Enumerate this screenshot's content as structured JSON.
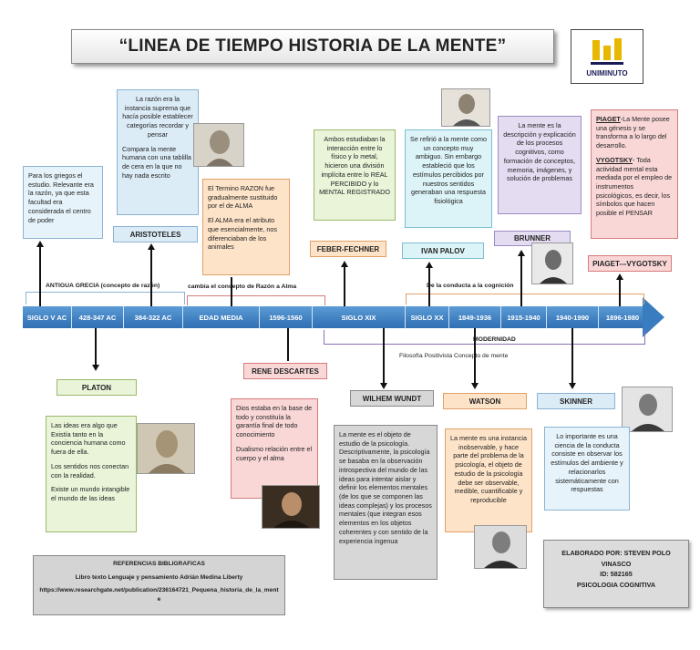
{
  "title": "“LINEA DE TIEMPO HISTORIA DE LA MENTE”",
  "logo": {
    "text": "UNIMINUTO",
    "colors": {
      "accent": "#e8b800",
      "brand": "#1a1a55"
    }
  },
  "timeline": {
    "segments": [
      "SIGLO V AC",
      "428-347 AC",
      "384-322 AC",
      "EDAD MEDIA",
      "1596-1560",
      "SIGLO XIX",
      "SIGLO XX",
      "1849-1936",
      "1915-1940",
      "1940-1990",
      "1896-1980"
    ],
    "periods": {
      "antigua": "ANTIGUA GRECIA (concepto de razón)",
      "cambia": "cambia el concepto de Razón a Alma",
      "conducta": "De la conducta a la cognición",
      "modernidad": "MODERNIDAD",
      "positivista": "Filosofía Positivista Concepto de mente"
    }
  },
  "griegos": {
    "text": "Para los griegos el estudio. Relevante era la razón, ya que esta facultad era considerada el centro de poder"
  },
  "aristoteles": {
    "label": "ARISTOTELES",
    "p1": "La razón era la instancia suprema que hacía posible establecer categorías recordar y pensar",
    "p2": "Compara la mente humana con una tablilla de cera en la que no hay nada escrito"
  },
  "alma": {
    "p1": "El Termino RAZON fue gradualmente sustituido por el de ALMA",
    "p2": "El ALMA era el atributo que esencialmente, nos diferenciaban de los animales"
  },
  "feber": {
    "label": "FEBER-FECHNER",
    "text": "Ambos estudiaban la interacción entre lo físico y lo metal, hicieron una división implícita entre lo REAL PERCIBIDO y lo MENTAL REGISTRADO"
  },
  "ivan": {
    "label": "IVAN PALOV",
    "text": "Se refirió a la mente como un concepto muy ambiguo. Sin embargo estableció que los estímulos percibidos por nuestros sentidos generaban una respuesta fisiológica"
  },
  "brunner": {
    "label": "BRUNNER",
    "text": "La mente es la descripción y explicación de los procesos cognitivos, como formación de conceptos, memoria, imágenes, y solución de problemas"
  },
  "piaget": {
    "label": "PIAGET---VYGOTSKY",
    "p1a": "PIAGET",
    "p1b": "-La Mente posee una génesis y se transforma a lo largo del desarrollo.",
    "p2a": "VYGOTSKY",
    "p2b": "- Toda actividad mental esta mediada por el empleo de instrumentos psicológicos, es decir, los símbolos que hacen posible el PENSAR"
  },
  "platon": {
    "label": "PLATON",
    "p1": "Las ideas era algo que Existía tanto en la conciencia humana como fuera de ella.",
    "p2": "Los sentidos nos conectan con la realidad.",
    "p3": "Existe un mundo intangible el mundo de las ideas"
  },
  "descartes": {
    "label": "RENE DESCARTES",
    "p1": "Dios estaba en la base de todo y constituía la garantía final de todo conocimiento",
    "p2": "Dualismo relación entre el cuerpo y el alma"
  },
  "wundt": {
    "label": "WILHEM WUNDT",
    "text": "La mente es el objeto de estudio de la psicología. Descriptivamente, la psicología se basaba en la observación introspectiva del mundo de las ideas para intentar aislar y definir los elementos mentales (de los que se componen las ideas complejas) y los procesos mentales (que integran esos elementos en los objetos coherentes y con sentido de la experiencia ingenua"
  },
  "watson": {
    "label": "WATSON",
    "text": "La mente es una instancia inobservable, y hace parte del problema de la psicología, el objeto de estudio de la psicología debe ser observable, medible, cuantificable y reproducible"
  },
  "skinner": {
    "label": "SKINNER",
    "text": "Lo importante es una ciencia de la conducta consiste en observar los estímulos del ambiente y relacionarlos sistemáticamente con respuestas"
  },
  "refs": {
    "title": "REFERENCIAS BIBLIGRAFICAS",
    "line1": "Libro texto Lenguaje y pensamiento  Adrián Medina Liberty",
    "line2": "https://www.researchgate.net/publication/236164721_Pequena_historia_de_la_mente"
  },
  "elaborado": {
    "line1": "ELABORADO POR: STEVEN POLO VINASCO",
    "line2": "ID: 582165",
    "line3": "PSICOLOGIA COGNITIVA"
  }
}
